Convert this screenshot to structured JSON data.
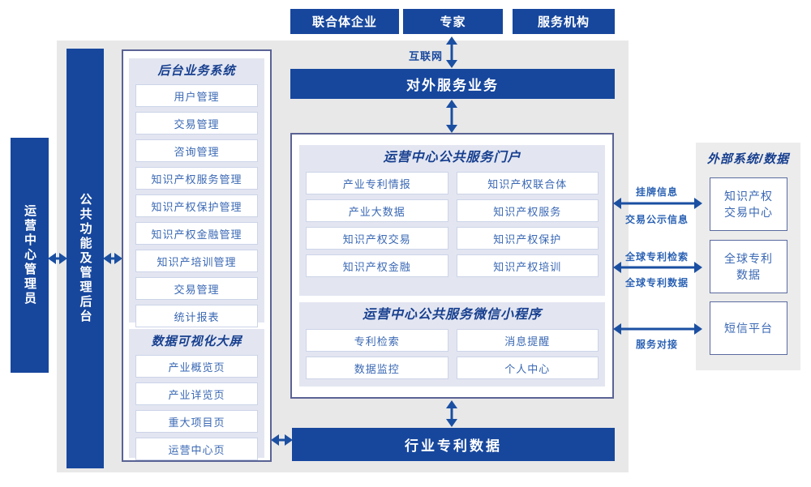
{
  "colors": {
    "primary_blue": "#17479d",
    "arrow_blue": "#1a4fa2",
    "panel_lavender": "#e3e6f1",
    "item_text_blue": "#3a68b4",
    "canvas_gray": "#e8e8e8",
    "external_gray": "#ececec"
  },
  "top_actors": [
    {
      "label": "联合体企业"
    },
    {
      "label": "专家"
    },
    {
      "label": "服务机构"
    }
  ],
  "internet": {
    "label": "互联网"
  },
  "external_service_bar": {
    "label": "对外服务业务"
  },
  "left_bars": {
    "admin": {
      "label": "运营中心管理员"
    },
    "backend": {
      "label": "公共功能及管理后台"
    }
  },
  "backend_system": {
    "title": "后台业务系统",
    "items": [
      "用户管理",
      "交易管理",
      "咨询管理",
      "知识产权服务管理",
      "知识产权保护管理",
      "知识产权金融管理",
      "知识产培训管理",
      "交易管理",
      "统计报表"
    ]
  },
  "data_dashboard": {
    "title": "数据可视化大屏",
    "items": [
      "产业概览页",
      "产业详览页",
      "重大项目页",
      "运营中心页"
    ]
  },
  "portal": {
    "title": "运营中心公共服务门户",
    "items": [
      "产业专利情报",
      "知识产权联合体",
      "产业大数据",
      "知识产权服务",
      "知识产权交易",
      "知识产权保护",
      "知识产权金融",
      "知识产权培训"
    ]
  },
  "miniprogram": {
    "title": "运营中心公共服务微信小程序",
    "items": [
      "专利检索",
      "消息提醒",
      "数据监控",
      "个人中心"
    ]
  },
  "industry_patent_bar": {
    "label": "行业专利数据"
  },
  "external": {
    "title": "外部系统/数据",
    "systems": [
      {
        "lines": [
          "知识产权",
          "交易中心"
        ]
      },
      {
        "lines": [
          "全球专利",
          "数据"
        ]
      },
      {
        "lines": [
          "短信平台"
        ]
      }
    ]
  },
  "links": {
    "listing_top": "挂牌信息",
    "listing_bottom": "交易公示信息",
    "patent_top": "全球专利检索",
    "patent_bottom": "全球专利数据",
    "sms_bottom": "服务对接"
  }
}
